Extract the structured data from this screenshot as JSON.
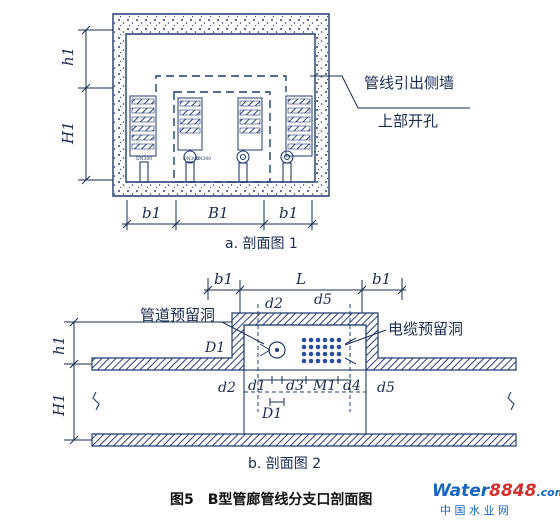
{
  "section_a": {
    "labels": {
      "h1": "h1",
      "H1": "H1",
      "b1_left": "b1",
      "B1": "B1",
      "b1_right": "b1"
    },
    "annotation": {
      "line1": "管线引出侧墙",
      "line2": "上部开孔"
    },
    "caption": "a. 剖面图 1",
    "small_tags": [
      "DN300",
      "DN300",
      "DN300"
    ]
  },
  "section_b": {
    "labels": {
      "b1_left": "b1",
      "L": "L",
      "b1_right": "b1",
      "h1": "h1",
      "H1": "H1",
      "d2_top": "d2",
      "d5_top": "d5",
      "D1_left": "D1",
      "d2_bottom": "d2",
      "d1": "d1",
      "d3": "d3",
      "M1": "M1",
      "d4": "d4",
      "d5_bottom": "d5",
      "D1_bottom": "D1"
    },
    "pipe_hole_label": "管道预留洞",
    "cable_hole_label": "电缆预留洞",
    "caption": "b. 剖面图 2"
  },
  "figure_caption": "图5　B型管廊管线分支口剖面图",
  "watermark": {
    "part1": "Water",
    "part2": "8848",
    "part3": ".com",
    "sub": "中 国 水 业 网"
  },
  "colors": {
    "line": "#223a70",
    "text": "#1a2a50",
    "wm_blue": "#1565c0",
    "wm_red": "#d32f2f"
  }
}
